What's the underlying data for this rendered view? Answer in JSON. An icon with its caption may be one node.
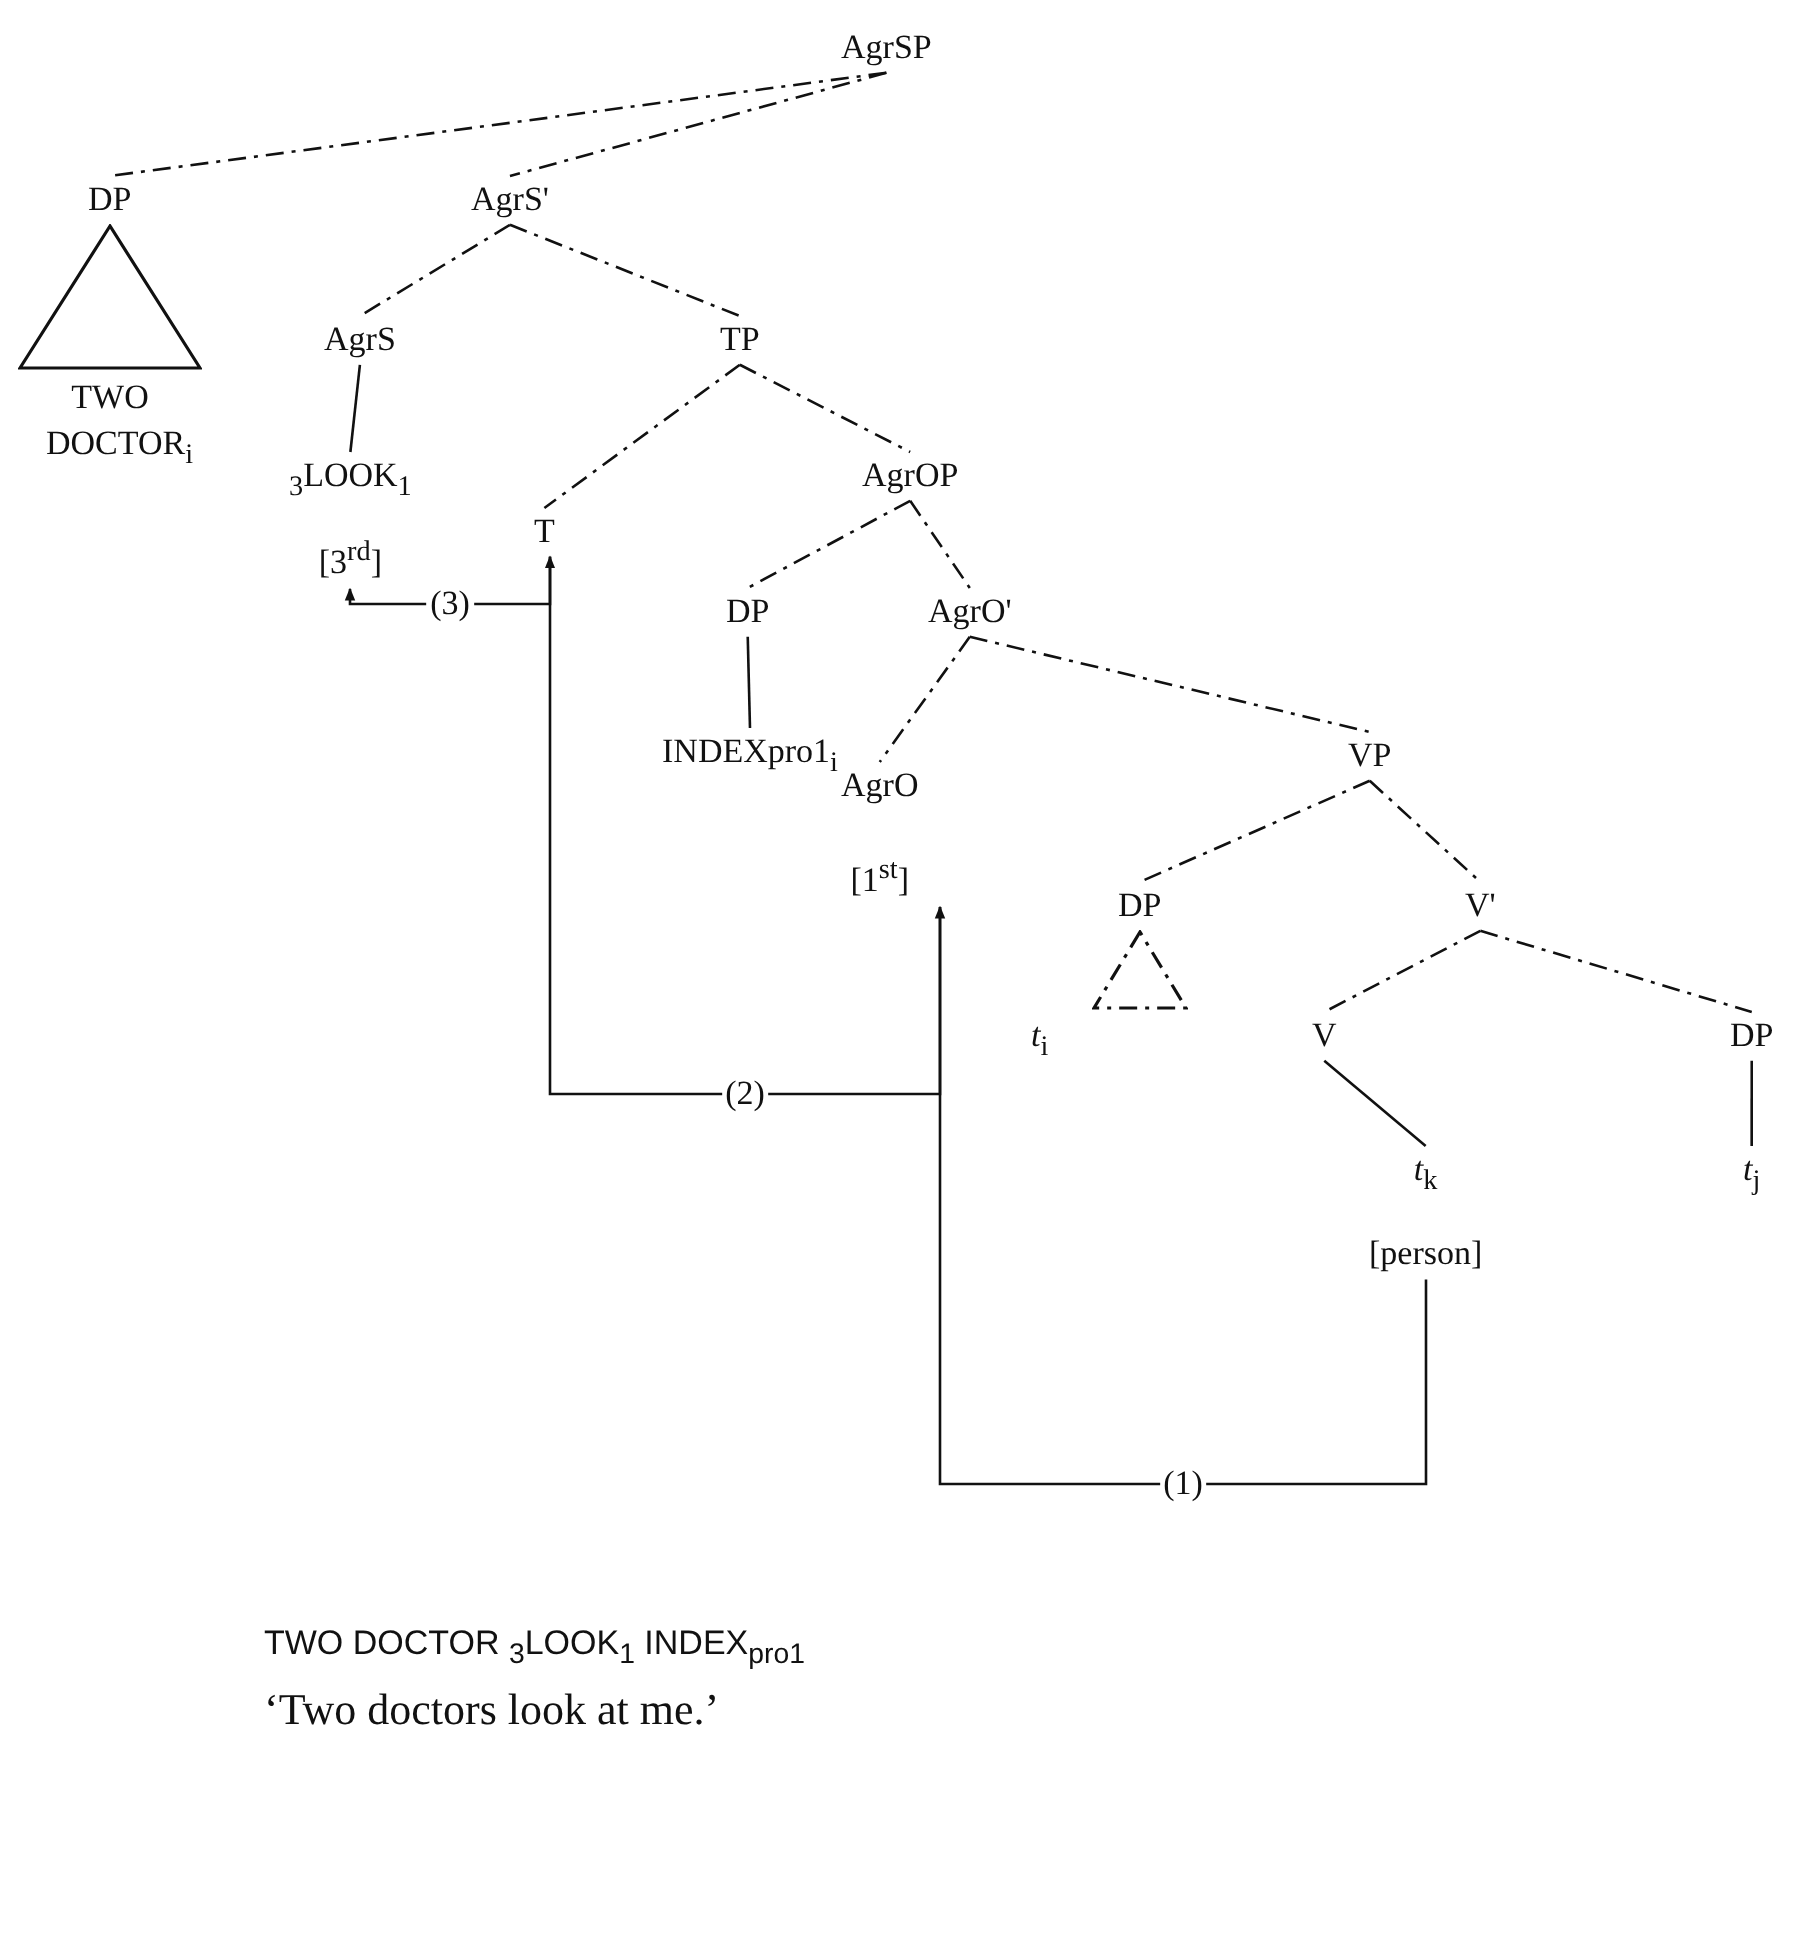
{
  "diagram": {
    "nodes": [
      {
        "text": [
          "AgrSP"
        ]
      },
      {
        "text": [
          "DP"
        ]
      },
      {
        "text": [
          "AgrS'"
        ]
      },
      {
        "text": [
          "TWO DOCTOR$_{i}$"
        ]
      },
      {
        "text": [
          "AgrS"
        ]
      },
      {
        "text": [
          "TP"
        ]
      },
      {
        "text": [
          "$_{3}$LOOK$_{1}$",
          "[3$^{rd}$]"
        ]
      },
      {
        "text": [
          "T"
        ]
      },
      {
        "text": [
          "AgrOP"
        ]
      },
      {
        "text": [
          "DP"
        ]
      },
      {
        "text": [
          "AgrO'"
        ]
      },
      {
        "text": [
          "INDEXpro1$_{i}$"
        ]
      },
      {
        "text": [
          "AgrO",
          "[1$^{st}$]"
        ]
      },
      {
        "text": [
          "VP"
        ]
      },
      {
        "text": [
          "DP"
        ]
      },
      {
        "text": [
          "*t*$_{i}$"
        ]
      },
      {
        "text": [
          "V'"
        ]
      },
      {
        "text": [
          "V"
        ]
      },
      {
        "text": [
          "DP"
        ]
      },
      {
        "text": [
          "*t*$_{k}$",
          "[person]"
        ]
      },
      {
        "text": [
          "*t*$_{j}$"
        ]
      },
      {
        "text": [],
        "shape": "triangle"
      },
      {
        "text": [],
        "shape": "triangle"
      }
    ],
    "edges": [
      {
        "from": 0,
        "to": 1,
        "arrow": "none",
        "style": "dashed"
      },
      {
        "from": 0,
        "to": 2,
        "arrow": "none",
        "style": "dashed"
      },
      {
        "from": 2,
        "to": 4,
        "arrow": "none",
        "style": "dashed"
      },
      {
        "from": 2,
        "to": 5,
        "arrow": "none",
        "style": "dashed"
      },
      {
        "from": 4,
        "to": 6,
        "arrow": "none"
      },
      {
        "from": 5,
        "to": 7,
        "arrow": "none",
        "style": "dashed"
      },
      {
        "from": 5,
        "to": 8,
        "arrow": "none",
        "style": "dashed"
      },
      {
        "from": 8,
        "to": 9,
        "arrow": "none",
        "style": "dashed"
      },
      {
        "from": 8,
        "to": 10,
        "arrow": "none",
        "style": "dashed"
      },
      {
        "from": 9,
        "to": 11,
        "arrow": "none"
      },
      {
        "from": 10,
        "to": 12,
        "arrow": "none",
        "style": "dashed"
      },
      {
        "from": 10,
        "to": 13,
        "arrow": "none",
        "style": "dashed"
      },
      {
        "from": 13,
        "to": 14,
        "arrow": "none",
        "style": "dashed"
      },
      {
        "from": 13,
        "to": 16,
        "arrow": "none",
        "style": "dashed"
      },
      {
        "from": 16,
        "to": 17,
        "arrow": "none",
        "style": "dashed"
      },
      {
        "from": 16,
        "to": 18,
        "arrow": "none",
        "style": "dashed"
      },
      {
        "from": 17,
        "to": 19,
        "arrow": "none"
      },
      {
        "from": 18,
        "to": 20,
        "arrow": "none"
      },
      {
        "from": 19,
        "to": 12,
        "arrow": "to",
        "label": "(1)"
      },
      {
        "from": 12,
        "to": 7,
        "arrow": "to",
        "label": "(2)"
      },
      {
        "from": 7,
        "to": 6,
        "arrow": "to",
        "label": "(3)"
      }
    ],
    "labels": [
      "TWO DOCTOR $_{3}$LOOK$_{1}$ INDEX$_{pro1}$",
      "‘Two doctors look at me.’"
    ]
  }
}
